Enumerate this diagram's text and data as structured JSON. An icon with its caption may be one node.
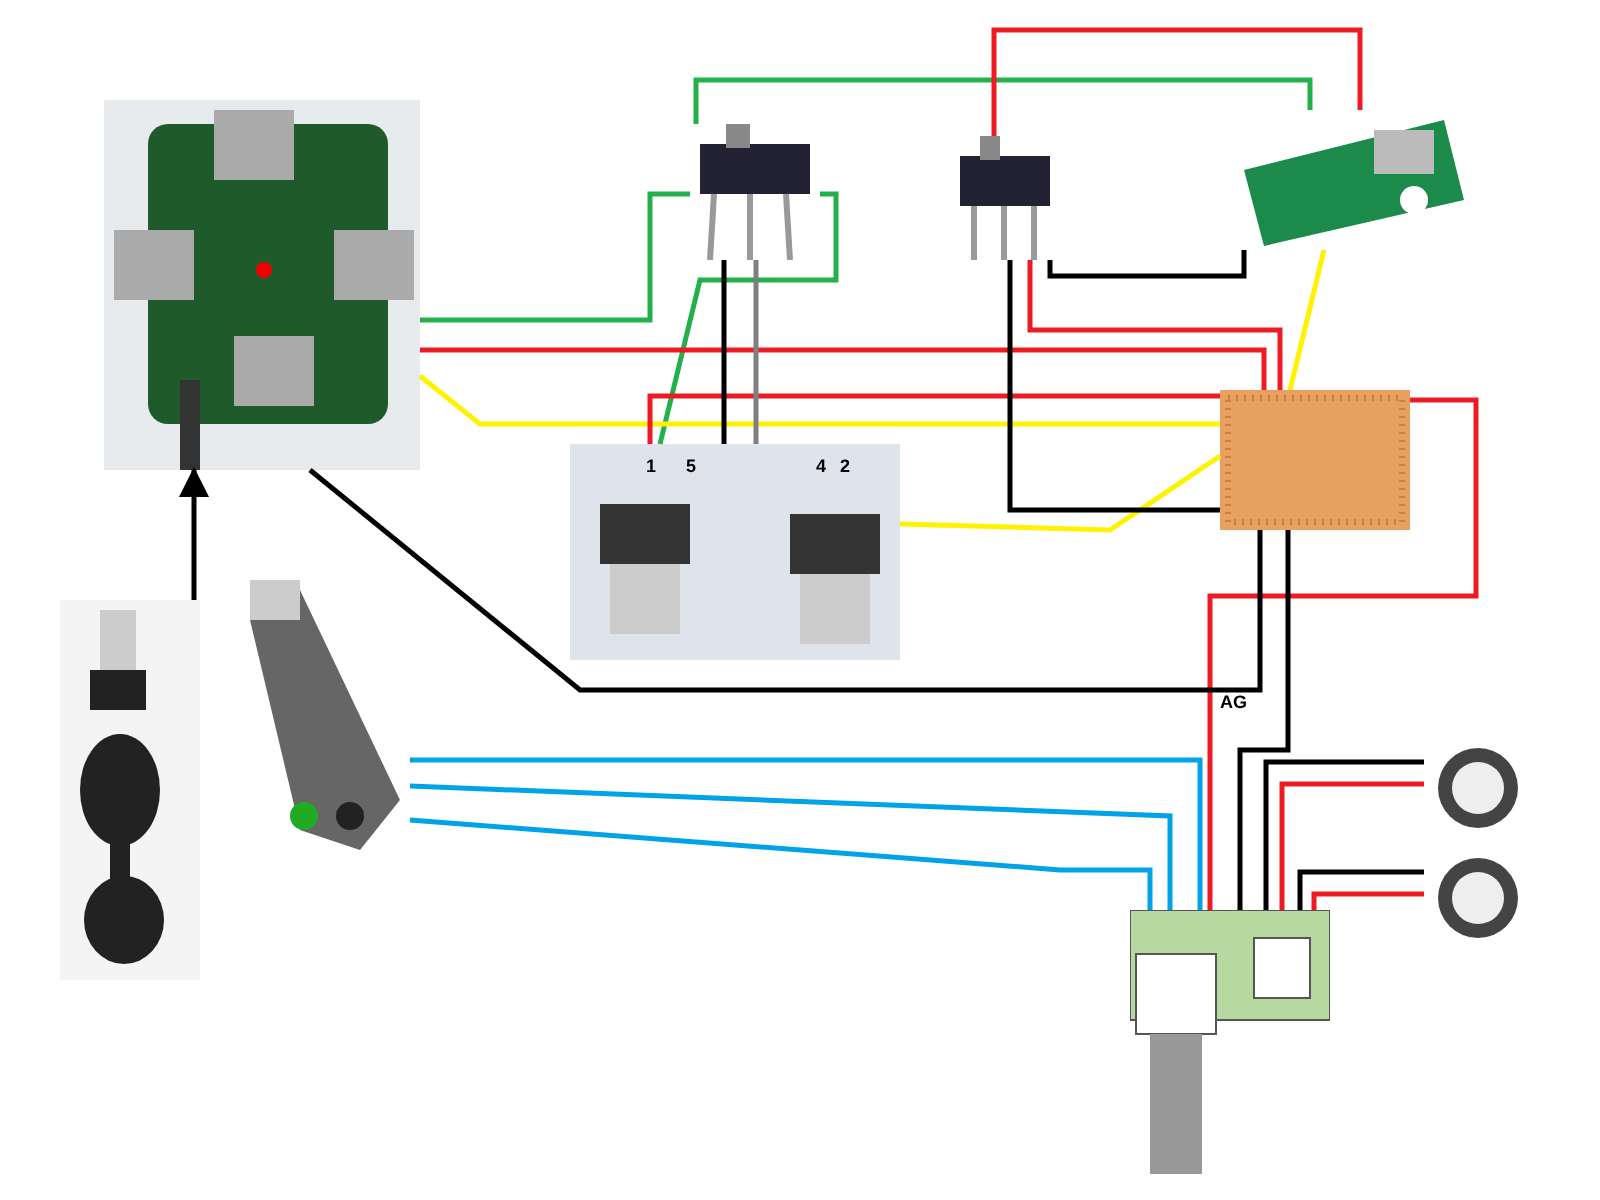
{
  "diagram": {
    "nodes": [
      {
        "text": [],
        "shape": "picture"
      },
      {
        "text": [],
        "shape": "picture"
      },
      {
        "text": [],
        "shape": "picture"
      },
      {
        "text": [],
        "shape": "picture"
      },
      {
        "text": [],
        "shape": "picture"
      },
      {
        "text": [],
        "shape": "picture"
      },
      {
        "text": [],
        "shape": "picture"
      },
      {
        "text": [],
        "shape": "picture"
      },
      {
        "text": [],
        "shape": "picture"
      },
      {
        "text": [],
        "shape": "picture"
      },
      {
        "text": [],
        "shape": "picture"
      }
    ],
    "edges": [
      {
        "from": 6,
        "to": 0,
        "arrow": "to"
      },
      {
        "from": 0,
        "to": 1,
        "arrow": "none",
        "color": "#22b04a"
      },
      {
        "from": 1,
        "to": 4,
        "arrow": "none",
        "color": "#22b04a"
      },
      {
        "from": 1,
        "to": 3,
        "arrow": "none",
        "color": "#22b04a"
      },
      {
        "from": 2,
        "to": 3,
        "arrow": "none",
        "color": "#ed1c24"
      },
      {
        "from": 2,
        "to": 3,
        "arrow": "none"
      },
      {
        "from": 0,
        "to": 5,
        "arrow": "none",
        "color": "#ed1c24"
      },
      {
        "from": 0,
        "to": 5,
        "arrow": "none",
        "color": "#fff200"
      },
      {
        "from": 4,
        "to": 5,
        "arrow": "none",
        "color": "#fff200"
      },
      {
        "from": 5,
        "to": 3,
        "arrow": "none",
        "color": "#fff200"
      },
      {
        "from": 4,
        "to": 5,
        "arrow": "none",
        "color": "#ed1c24"
      },
      {
        "from": 2,
        "to": 5,
        "arrow": "none",
        "color": "#ed1c24"
      },
      {
        "from": 5,
        "to": 8,
        "arrow": "none",
        "color": "#ed1c24"
      },
      {
        "from": 0,
        "to": 5,
        "arrow": "none"
      },
      {
        "from": 5,
        "to": 8,
        "arrow": "none"
      },
      {
        "from": 1,
        "to": 4,
        "arrow": "none"
      },
      {
        "from": 2,
        "to": 5,
        "arrow": "none"
      },
      {
        "from": 1,
        "to": 4,
        "arrow": "none",
        "color": "#7f7f7f"
      },
      {
        "from": 7,
        "to": 8,
        "arrow": "none",
        "color": "#00a2e8"
      },
      {
        "from": 7,
        "to": 8,
        "arrow": "none",
        "color": "#00a2e8"
      },
      {
        "from": 7,
        "to": 8,
        "arrow": "none",
        "color": "#00a2e8"
      },
      {
        "from": 8,
        "to": 9,
        "arrow": "none"
      },
      {
        "from": 8,
        "to": 9,
        "arrow": "none",
        "color": "#ed1c24"
      },
      {
        "from": 8,
        "to": 10,
        "arrow": "none"
      },
      {
        "from": 8,
        "to": 10,
        "arrow": "none",
        "color": "#ed1c24"
      }
    ],
    "labels": [
      "1",
      "5",
      "4",
      "2",
      "AG"
    ]
  }
}
